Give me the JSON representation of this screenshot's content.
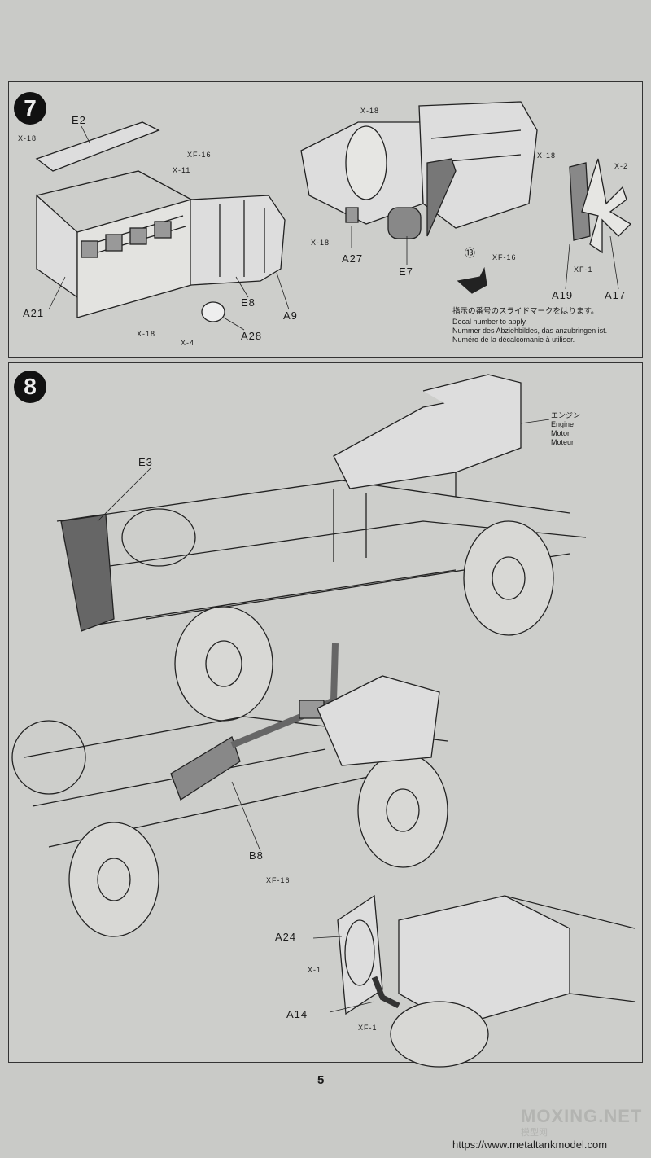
{
  "steps": {
    "seven": {
      "number": "7",
      "labels": {
        "e2": "E2",
        "x18a": "X-18",
        "xf16a": "XF-16",
        "x11": "X-11",
        "a21": "A21",
        "e8": "E8",
        "a9": "A9",
        "x18b": "X-18",
        "x4": "X-4",
        "a28": "A28",
        "x18c": "X-18",
        "x18d": "X-18",
        "a27": "A27",
        "e7": "E7",
        "ref13": "⑬",
        "x18e": "X-18",
        "x2": "X-2",
        "xf16b": "XF-16",
        "xf1": "XF-1",
        "a19": "A19",
        "a17": "A17"
      },
      "decal_note": {
        "jp": "指示の番号のスライドマークをはります。",
        "en": "Decal number to apply.",
        "de": "Nummer des Abziehbildes, das anzubringen ist.",
        "fr": "Numéro de la décalcomanie à utiliser."
      }
    },
    "eight": {
      "number": "8",
      "engine": {
        "jp": "エンジン",
        "en": "Engine",
        "de": "Motor",
        "fr": "Moteur"
      },
      "labels": {
        "e3": "E3",
        "b8": "B8",
        "xf16": "XF-16",
        "a24": "A24",
        "x1": "X-1",
        "a14": "A14",
        "xf1": "XF-1"
      }
    }
  },
  "page_number": "5",
  "watermark": {
    "main": "MOXING.NET",
    "sub": "模型网"
  },
  "url": "https://www.metaltankmodel.com"
}
